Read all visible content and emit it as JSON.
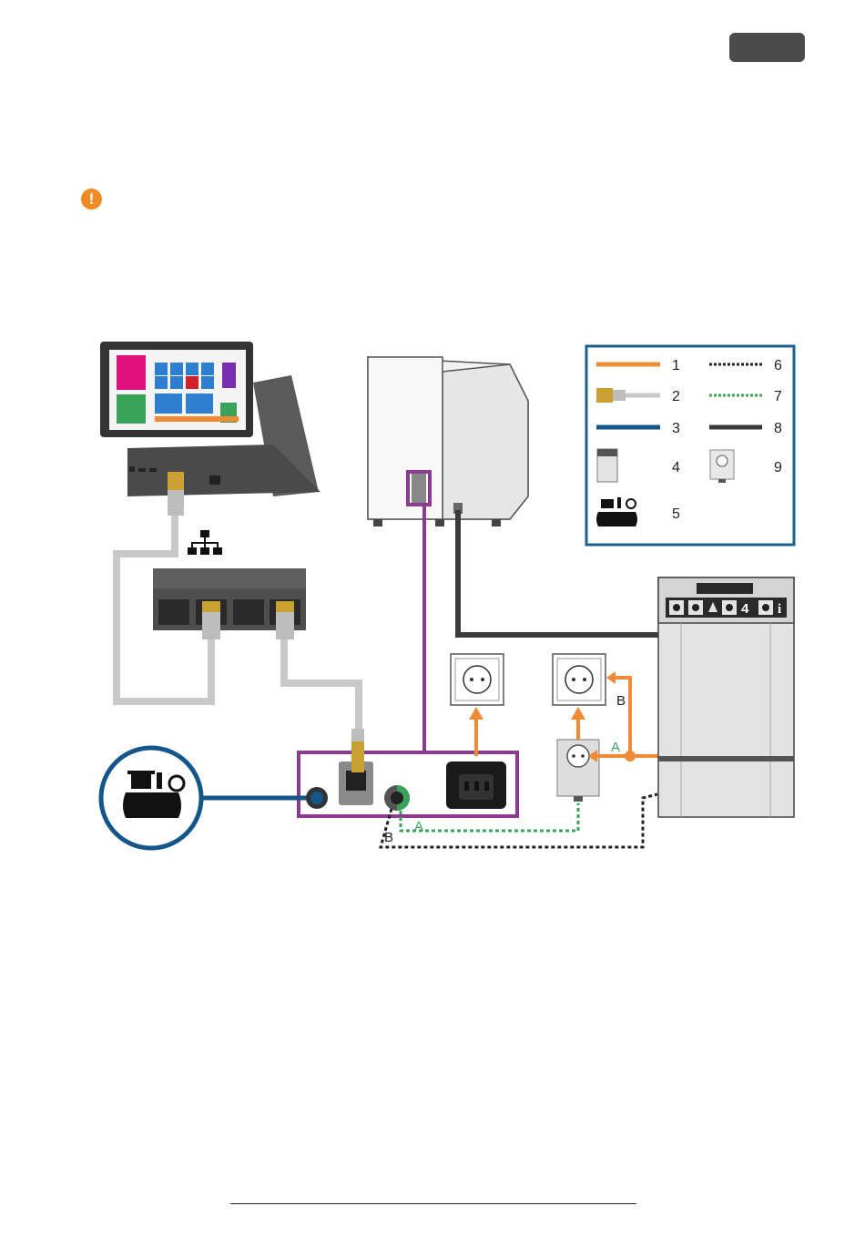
{
  "header": {
    "badge_label": ""
  },
  "warning": {
    "icon": "exclamation-circle-icon",
    "symbol": "!"
  },
  "legend": {
    "items": [
      {
        "number": "1",
        "icon": "orange-power-cable"
      },
      {
        "number": "2",
        "icon": "network-cable-plug"
      },
      {
        "number": "3",
        "icon": "blue-air-hose"
      },
      {
        "number": "4",
        "icon": "suction-unit"
      },
      {
        "number": "5",
        "icon": "compressor"
      },
      {
        "number": "6",
        "icon": "black-switching-cable"
      },
      {
        "number": "7",
        "icon": "green-switching-cable"
      },
      {
        "number": "8",
        "icon": "dark-gray-suction-hose"
      },
      {
        "number": "9",
        "icon": "switched-socket"
      }
    ]
  },
  "diagram": {
    "label_a_green": "A",
    "label_b_black": "B",
    "label_a_orange": "A",
    "label_b_orange": "B",
    "suction_display_digit": "4",
    "suction_info_symbol": "i"
  },
  "colors": {
    "power": "#f08a35",
    "network": "#c8c8c8",
    "air": "#14568a",
    "frame": "#8e3a8e",
    "suction": "#3a3a3a",
    "green_cable": "#3aa35a"
  }
}
